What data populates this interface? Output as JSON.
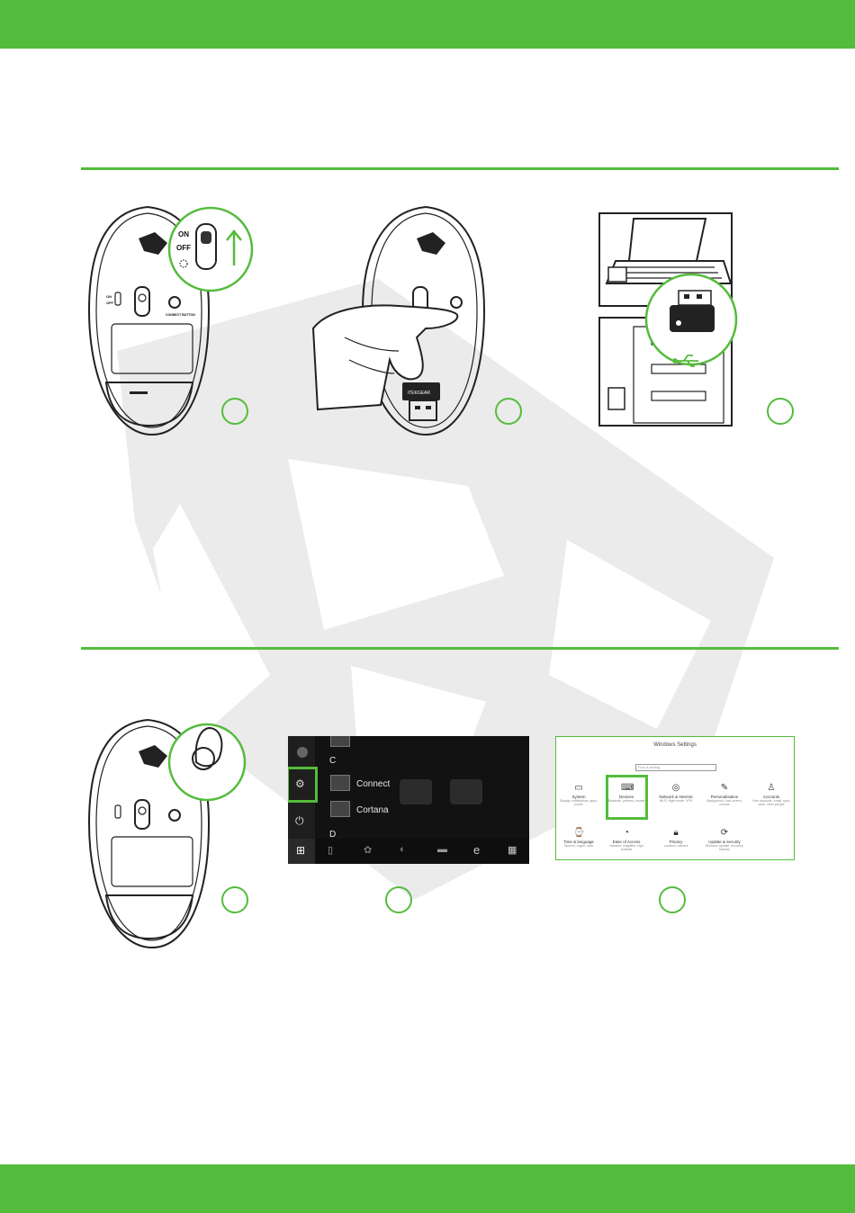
{
  "colors": {
    "accent": "#54bc3c",
    "ink": "#222222",
    "watermark": "#ebebeb"
  },
  "section1": {
    "mouse_switch": {
      "on_label": "ON",
      "off_label": "OFF"
    },
    "mouse_body": {
      "small_on": "ON",
      "small_off": "OFF",
      "connect_button": "CONNECT BUTTON"
    },
    "receiver_brand": "iTEKGEAR"
  },
  "section2": {
    "start_menu": {
      "items": [
        {
          "label": "Connect",
          "icon": "connect-icon"
        },
        {
          "label": "Cortana",
          "icon": "cortana-icon"
        }
      ],
      "letter_c": "C",
      "letter_d": "D"
    },
    "windows_settings": {
      "title": "Windows Settings",
      "search_placeholder": "Find a setting",
      "categories": [
        {
          "name": "System",
          "sub": "Display, notifications, apps, power",
          "icon": "laptop-icon"
        },
        {
          "name": "Devices",
          "sub": "Bluetooth, printers, mouse",
          "icon": "keyboard-icon"
        },
        {
          "name": "Network & Internet",
          "sub": "Wi-Fi, flight mode, VPN",
          "icon": "globe-icon"
        },
        {
          "name": "Personalisation",
          "sub": "Background, lock screen, colours",
          "icon": "brush-icon"
        },
        {
          "name": "Accounts",
          "sub": "Your accounts, email, sync, work, other people",
          "icon": "person-icon"
        },
        {
          "name": "Time & language",
          "sub": "Speech, region, date",
          "icon": "clock-language-icon"
        },
        {
          "name": "Ease of Access",
          "sub": "Narrator, magnifier, high contrast",
          "icon": "ease-icon"
        },
        {
          "name": "Privacy",
          "sub": "Location, camera",
          "icon": "lock-icon"
        },
        {
          "name": "Update & security",
          "sub": "Windows Update, recovery, backup",
          "icon": "update-icon"
        }
      ]
    }
  }
}
